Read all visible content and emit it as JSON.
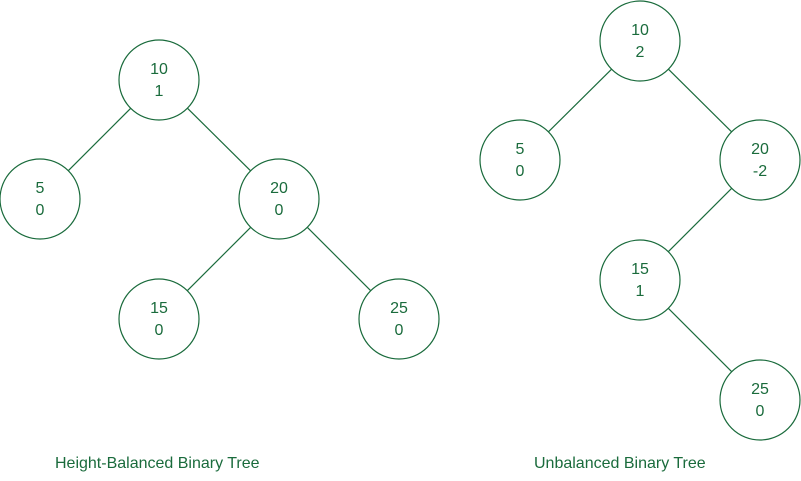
{
  "colors": {
    "stroke": "#1a6b3c",
    "text": "#1a6b3c",
    "background": "#ffffff"
  },
  "trees": [
    {
      "caption": "Height-Balanced Binary Tree",
      "nodes": [
        {
          "id": "b10",
          "value": "10",
          "balance": "1"
        },
        {
          "id": "b5",
          "value": "5",
          "balance": "0"
        },
        {
          "id": "b20",
          "value": "20",
          "balance": "0"
        },
        {
          "id": "b15",
          "value": "15",
          "balance": "0"
        },
        {
          "id": "b25",
          "value": "25",
          "balance": "0"
        }
      ],
      "edges": [
        [
          "b10",
          "b5"
        ],
        [
          "b10",
          "b20"
        ],
        [
          "b20",
          "b15"
        ],
        [
          "b20",
          "b25"
        ]
      ]
    },
    {
      "caption": "Unbalanced Binary Tree",
      "nodes": [
        {
          "id": "u10",
          "value": "10",
          "balance": "2"
        },
        {
          "id": "u5",
          "value": "5",
          "balance": "0"
        },
        {
          "id": "u20",
          "value": "20",
          "balance": "-2"
        },
        {
          "id": "u15",
          "value": "15",
          "balance": "1"
        },
        {
          "id": "u25",
          "value": "25",
          "balance": "0"
        }
      ],
      "edges": [
        [
          "u10",
          "u5"
        ],
        [
          "u10",
          "u20"
        ],
        [
          "u20",
          "u15"
        ],
        [
          "u15",
          "u25"
        ]
      ]
    }
  ]
}
